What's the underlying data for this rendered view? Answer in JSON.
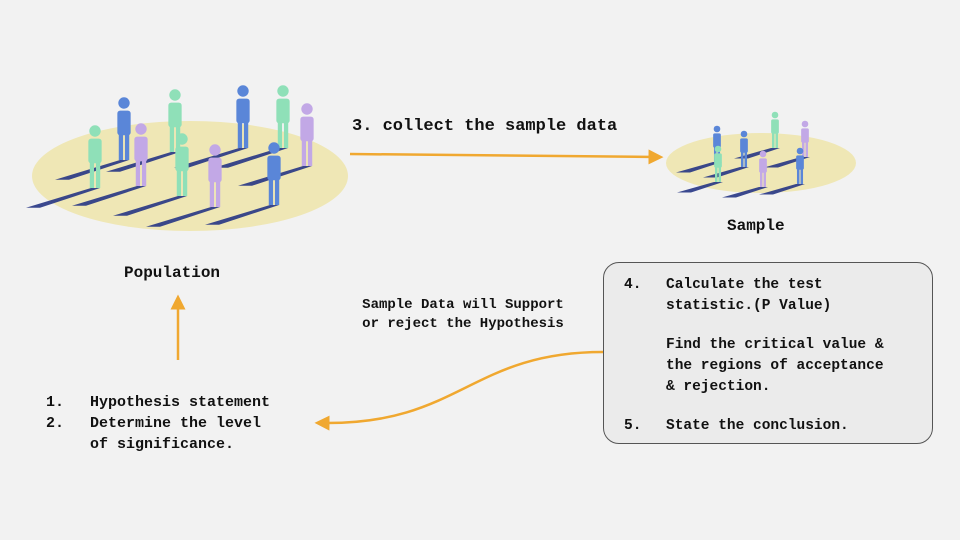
{
  "labels": {
    "population": "Population",
    "sample": "Sample",
    "collect": "3. collect the sample data",
    "support": "Sample Data will Support or reject the Hypothesis"
  },
  "hypothesis_list": [
    {
      "num": "1.",
      "lines": [
        "Hypothesis statement"
      ]
    },
    {
      "num": "2.",
      "lines": [
        "Determine the level",
        "of significance."
      ]
    }
  ],
  "steps_box": {
    "step4_num": "4.",
    "step4_lines": [
      "Calculate the test",
      "statistic.(P Value)"
    ],
    "critical_lines": [
      "Find the critical value &",
      "the regions of acceptance",
      "& rejection."
    ],
    "step5_num": "5.",
    "step5_text": "State the conclusion."
  },
  "colors": {
    "arrow": "#f0a830",
    "ellipse": "#efe7b5",
    "figure_blue": "#5a86d8",
    "figure_green": "#8fe0b8",
    "figure_purple": "#c2a8e6",
    "shadow": "#263584",
    "box_border": "#555555"
  },
  "icons": {
    "population_crowd": "person-figures-icon",
    "sample_crowd": "person-figures-icon"
  }
}
